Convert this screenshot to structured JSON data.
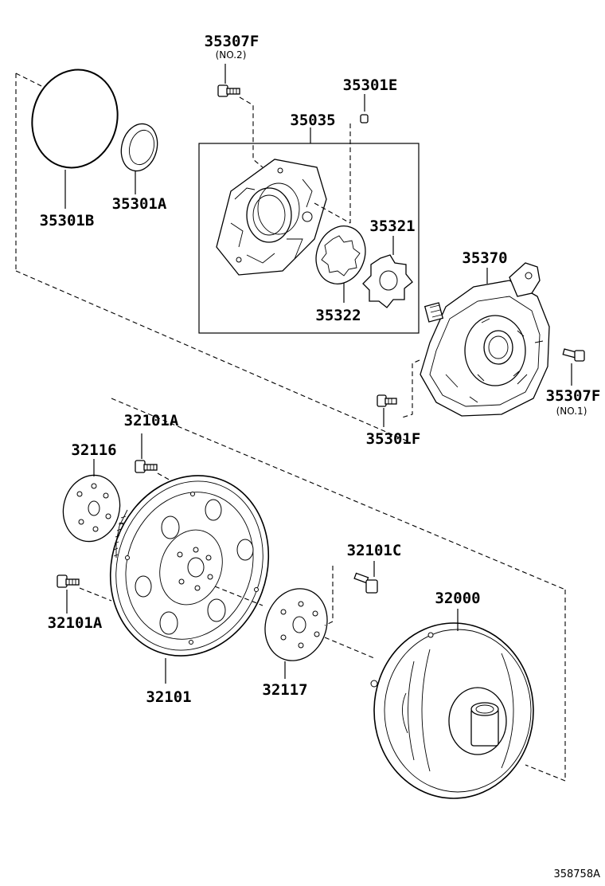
{
  "diagram": {
    "ref_code": "358758A",
    "labels": {
      "p35307F_no2": "35307F",
      "p35307F_no2_sub": "(NO.2)",
      "p35301E": "35301E",
      "p35035": "35035",
      "p35301B": "35301B",
      "p35301A": "35301A",
      "p35321": "35321",
      "p35370": "35370",
      "p35322": "35322",
      "p35307F_no1": "35307F",
      "p35307F_no1_sub": "(NO.1)",
      "p35301F": "35301F",
      "p32101A_top": "32101A",
      "p32116": "32116",
      "p32101C": "32101C",
      "p32000": "32000",
      "p32101A_left": "32101A",
      "p32101": "32101",
      "p32117": "32117"
    },
    "icons": [
      "o-ring",
      "oil-seal",
      "pump-body",
      "pump-driven-gear",
      "pump-drive-gear",
      "oil-pump-assembly",
      "bolt",
      "pin",
      "drive-plate",
      "spacer",
      "torque-converter"
    ]
  }
}
